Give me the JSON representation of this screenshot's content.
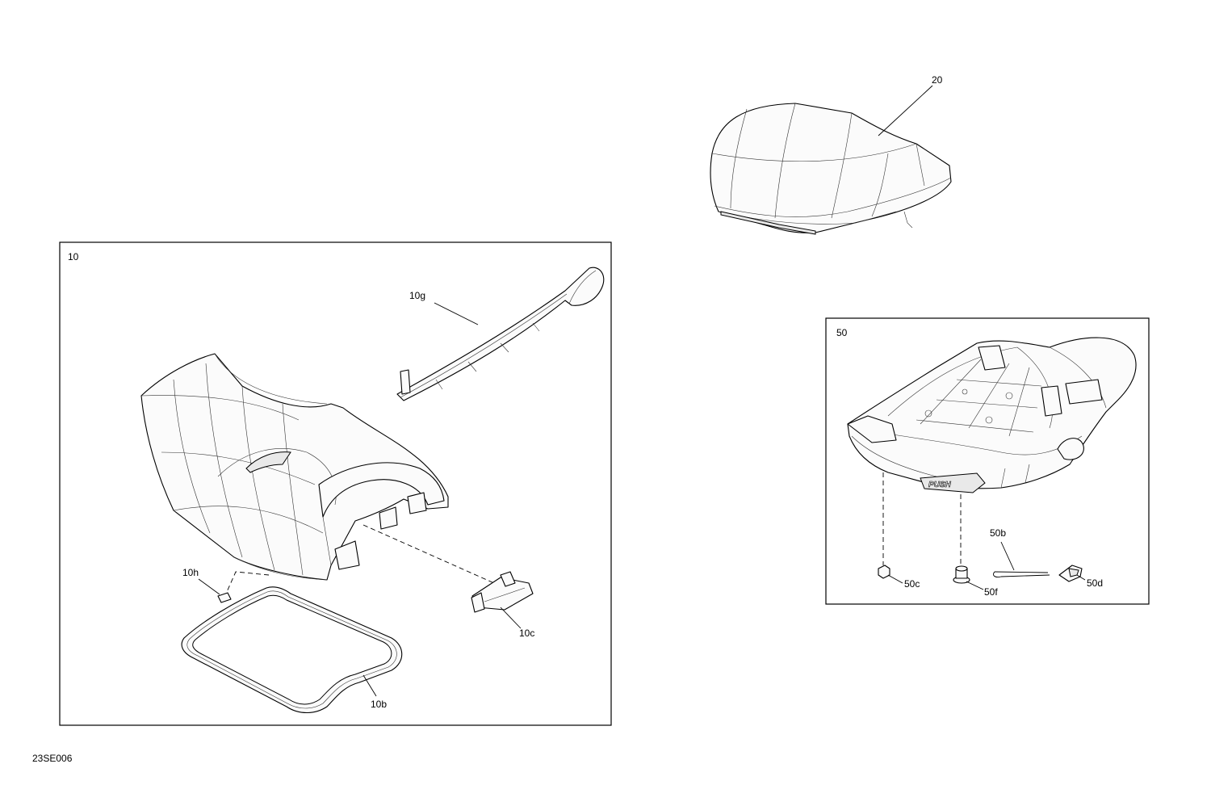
{
  "drawing_code": "23SE006",
  "callouts": {
    "c20": "20",
    "c10": "10",
    "c10g": "10g",
    "c10h": "10h",
    "c10c": "10c",
    "c10b": "10b",
    "c50": "50",
    "c50b": "50b",
    "c50c": "50c",
    "c50f": "50f",
    "c50d": "50d"
  },
  "part_marking": "PUSH"
}
